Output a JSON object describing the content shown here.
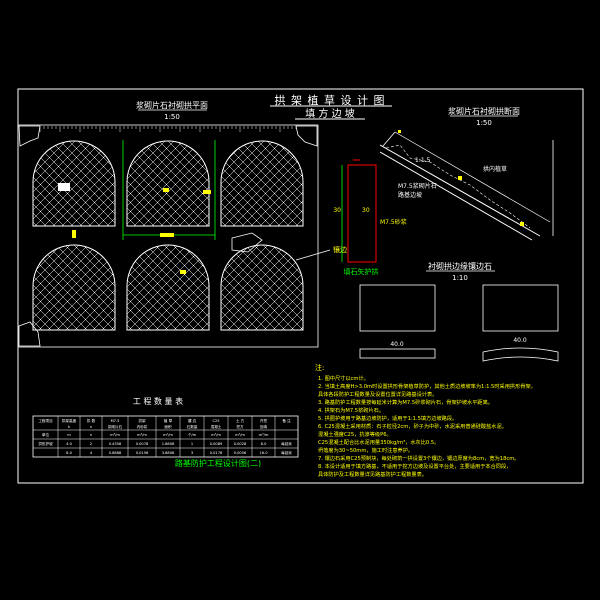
{
  "colors": {
    "background": "#000000",
    "frame": "#ffffff",
    "arch": "#ffffff",
    "dim_green": "#00ff00",
    "yellow": "#ffff00",
    "red": "#ff0000",
    "cyan": "#00ffff"
  },
  "title": {
    "main": "拱 架 植 草 设 计 图",
    "sub": "填 方 边 坡"
  },
  "plan_view": {
    "title": "浆砌片石衬砌拱平面",
    "scale": "1:50"
  },
  "section_view": {
    "title": "浆砌片石衬砌拱断面",
    "scale": "1:50",
    "ratio_label": "1:1.5",
    "grass_label": "拱内植草",
    "mortar_label": "M7.5浆砌片石",
    "slope_label": "路基边坡"
  },
  "column_detail": {
    "label_top": "M7.5砂浆",
    "dims": [
      "30",
      "30"
    ],
    "title": "填石矢护拱"
  },
  "curb_detail": {
    "title": "衬砌拱边缘镶边石",
    "scale": "1:10",
    "dims": [
      "40.0",
      "40.0"
    ]
  },
  "callout": {
    "label": "镶边"
  },
  "notes": {
    "header": "注:",
    "items": [
      "1. 图中尺寸以cm计。",
      "2. 当填土高度H>3.0m时设置拱形骨架植草防护，其他土质边坡坡率为1:1.5时采用拱形骨架，",
      "   具体各段防护工程数量及设置位置详见路基设计表。",
      "3. 路基防护工程数量按每延米计算为M7.5砂浆砌片石，骨架护坡水平距离。",
      "4. 拱架石为M7.5浆砌片石。",
      "5. 拱圈护坡用于路基边坡防护，适用于1:1.5填方边坡路段。",
      "6. C25混凝土采用材质：石子粒径2cm，砂子为中砂，水泥采用普通硅酸盐水泥。",
      "   混凝土强度C25，抗渗等级P6。",
      "   C25混凝土配合比水泥用量350kg/m³，水灰比0.5。",
      "   坍落度为30~50mm，施工时注意养护。",
      "7. 镶边石采用C25预制块，每处砌筑一拱设置3个镶边，镶边厚度为8cm，宽为18cm。",
      "8. 本设计适用于填方路基，不适用于挖方边坡及设置平台处，主要适用于本合同段，",
      "   具体防护及工程数量详见路基防护工程数量表。"
    ]
  },
  "quantity_table": {
    "title": "工 程 数 量 表",
    "headers_row1": [
      "工程项目",
      "拱架高度",
      "拱 数",
      "M7.5",
      "拱架",
      "植 草",
      "镶 边",
      "C25",
      "土 方",
      "开挖",
      "备 注"
    ],
    "headers_row2": [
      "",
      "h",
      "n",
      "浆砌片石",
      "内砂浆",
      "面积",
      "石数量",
      "混凝土",
      "挖方",
      "回填",
      ""
    ],
    "units": [
      "单位",
      "m",
      "n",
      "m³/m",
      "m³/m",
      "m²/m",
      "个/m",
      "m³/m",
      "m³/m",
      "m³/m",
      ""
    ],
    "rows": [
      [
        "拱形护坡",
        "4.0",
        "2",
        "0.4358",
        "0.0078",
        "1.8808",
        "1",
        "0.0089",
        "0.0028",
        "8.0",
        "每延米"
      ],
      [
        "",
        "8.0",
        "4",
        "0.8888",
        "0.0156",
        "3.8808",
        "3",
        "0.0178",
        "0.0056",
        "16.0",
        "每延米"
      ]
    ]
  },
  "footer_title": "路基防护工程设计图(二)"
}
